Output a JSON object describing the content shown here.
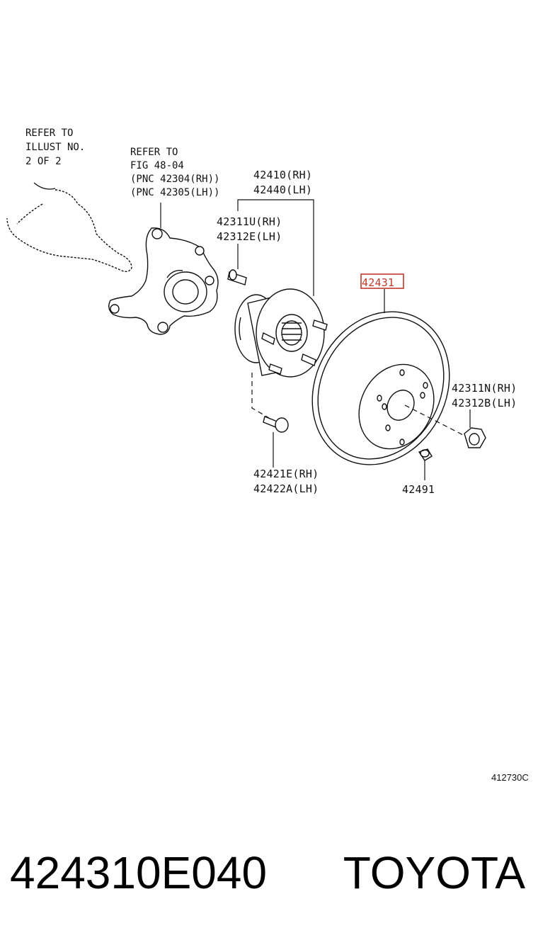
{
  "callouts": {
    "refer_illust": [
      "REFER TO",
      "ILLUST NO.",
      "2 OF 2"
    ],
    "refer_fig": [
      "REFER TO",
      "FIG 48-04",
      "(PNC 42304(RH))",
      "(PNC 42305(LH))"
    ],
    "hub": [
      "42410(RH)",
      "42440(LH)"
    ],
    "hub_bolt": [
      "42311U(RH)",
      "42312E(LH)"
    ],
    "disc": "42431",
    "nut": [
      "42311N(RH)",
      "42312B(LH)"
    ],
    "hub_screw": [
      "42421E(RH)",
      "42422A(LH)"
    ],
    "plug": "42491"
  },
  "illustration_id": "412730C",
  "part_number": "424310E040",
  "brand": "TOYOTA",
  "colors": {
    "highlight": "#c0392b",
    "ink": "#111111"
  }
}
